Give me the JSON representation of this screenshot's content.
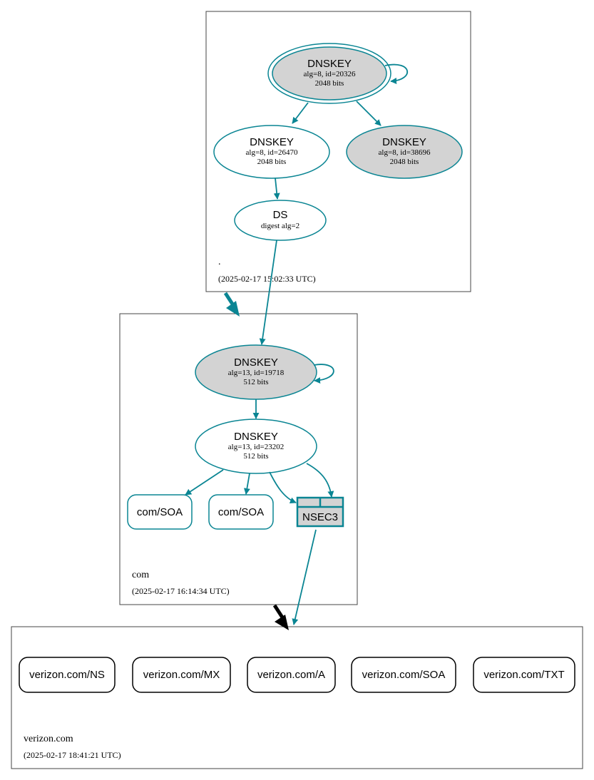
{
  "colors": {
    "teal": "#0a8593",
    "gray_fill": "#d3d3d3",
    "border": "#444444",
    "delegation_black": "#000000"
  },
  "zones": {
    "root": {
      "name": ".",
      "timestamp": "(2025-02-17 15:02:33 UTC)",
      "nodes": {
        "ksk": {
          "title": "DNSKEY",
          "line1": "alg=8, id=20326",
          "line2": "2048 bits"
        },
        "zsk1": {
          "title": "DNSKEY",
          "line1": "alg=8, id=26470",
          "line2": "2048 bits"
        },
        "zsk2": {
          "title": "DNSKEY",
          "line1": "alg=8, id=38696",
          "line2": "2048 bits"
        },
        "ds": {
          "title": "DS",
          "line1": "digest alg=2"
        }
      }
    },
    "com": {
      "name": "com",
      "timestamp": "(2025-02-17 16:14:34 UTC)",
      "nodes": {
        "ksk": {
          "title": "DNSKEY",
          "line1": "alg=13, id=19718",
          "line2": "512 bits"
        },
        "zsk": {
          "title": "DNSKEY",
          "line1": "alg=13, id=23202",
          "line2": "512 bits"
        },
        "soa1": {
          "label": "com/SOA"
        },
        "soa2": {
          "label": "com/SOA"
        },
        "nsec3": {
          "label": "NSEC3"
        }
      }
    },
    "verizon": {
      "name": "verizon.com",
      "timestamp": "(2025-02-17 18:41:21 UTC)",
      "records": [
        {
          "label": "verizon.com/NS"
        },
        {
          "label": "verizon.com/MX"
        },
        {
          "label": "verizon.com/A"
        },
        {
          "label": "verizon.com/SOA"
        },
        {
          "label": "verizon.com/TXT"
        }
      ]
    }
  }
}
